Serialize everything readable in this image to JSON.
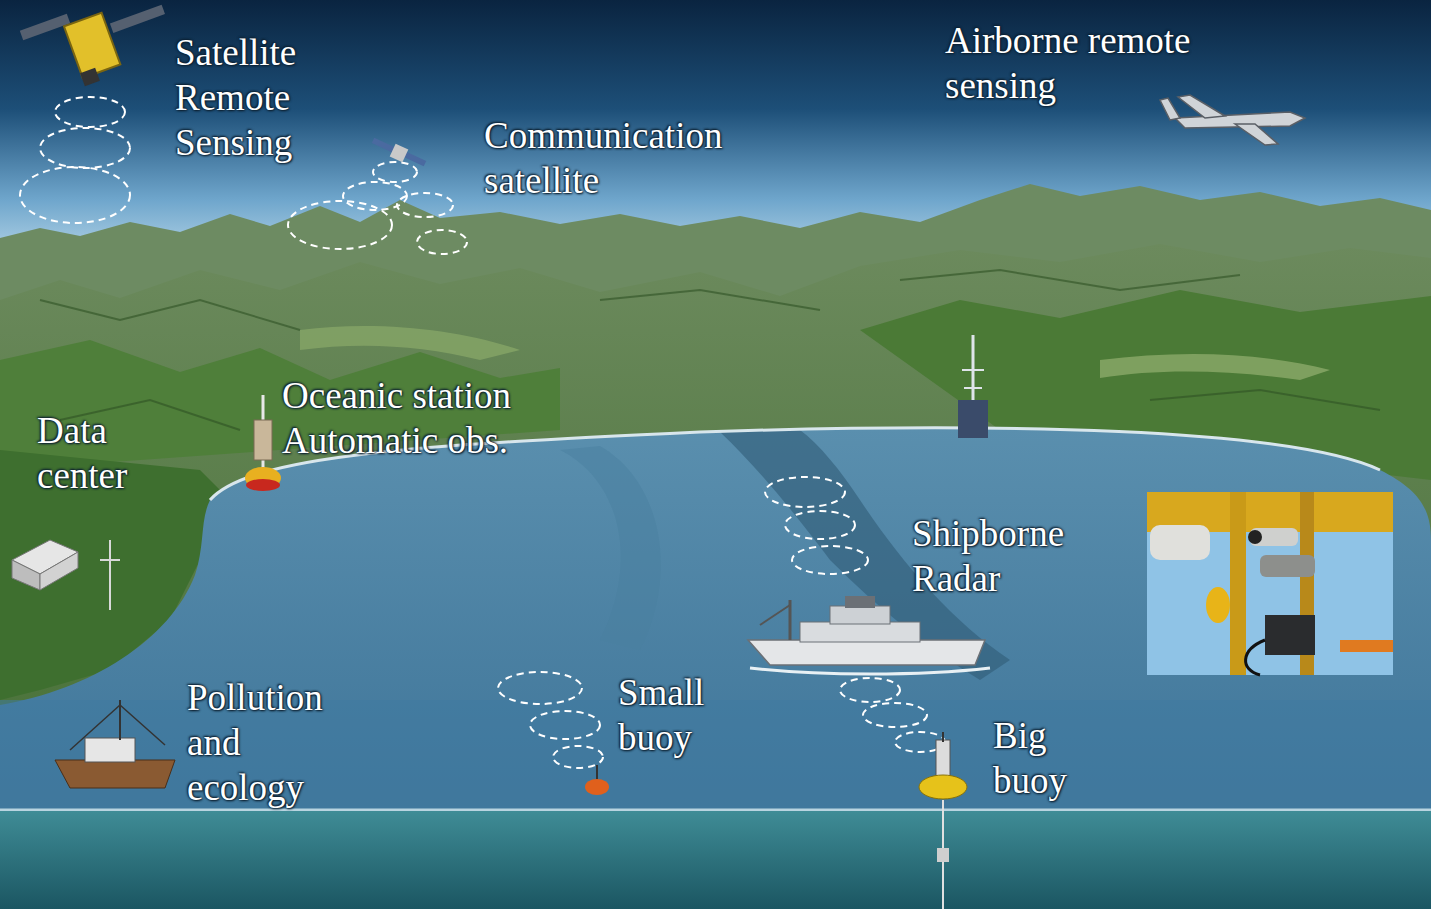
{
  "diagram": {
    "labels": [
      "Satellite Remote Sensing",
      "Communication satellite",
      "Airborne remote sensing",
      "Oceanic station Automatic obs.",
      "Data center",
      "Shipborne Radar",
      "Pollution and ecology",
      "Small buoy",
      "Big buoy"
    ]
  }
}
